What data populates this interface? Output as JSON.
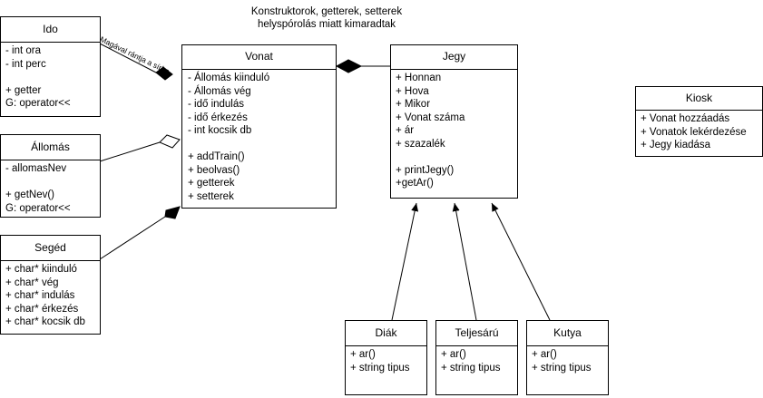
{
  "note": {
    "line1": "Konstruktorok, getterek, setterek",
    "line2": "helyspórolás miatt kimaradtak"
  },
  "association_label": "Magával rántja a sírba",
  "classes": {
    "ido": {
      "name": "Ido",
      "attributes": [
        "- int ora",
        "- int perc"
      ],
      "methods": [
        "+ getter",
        "G: operator<<"
      ]
    },
    "allomas": {
      "name": "Állomás",
      "attributes": [
        "- allomasNev"
      ],
      "methods": [
        "+ getNev()",
        "G: operator<<"
      ]
    },
    "seged": {
      "name": "Segéd",
      "attributes": [
        "+ char* kiinduló",
        "+ char* vég",
        "+ char* indulás",
        "+ char* érkezés",
        "+ char* kocsik db"
      ]
    },
    "vonat": {
      "name": "Vonat",
      "attributes": [
        "- Állomás kiinduló",
        "- Állomás vég",
        "- idő indulás",
        "- idő érkezés",
        "- int kocsik db"
      ],
      "methods": [
        "+ addTrain()",
        "+ beolvas()",
        "+ getterek",
        "+ setterek"
      ]
    },
    "jegy": {
      "name": "Jegy",
      "attributes": [
        "+ Honnan",
        "+ Hova",
        "+ Mikor",
        "+ Vonat száma",
        "+ ár",
        "+ szazalék"
      ],
      "methods": [
        "+ printJegy()",
        "+getAr()"
      ]
    },
    "kiosk": {
      "name": "Kiosk",
      "methods": [
        "+ Vonat hozzáadás",
        "+ Vonatok lekérdezése",
        "+ Jegy kiadása"
      ]
    },
    "diak": {
      "name": "Diák",
      "methods": [
        "+ ar()",
        "+ string tipus"
      ]
    },
    "teljesaru": {
      "name": "Teljesárú",
      "methods": [
        "+ ar()",
        "+ string tipus"
      ]
    },
    "kutya": {
      "name": "Kutya",
      "methods": [
        "+ ar()",
        "+ string tipus"
      ]
    }
  }
}
